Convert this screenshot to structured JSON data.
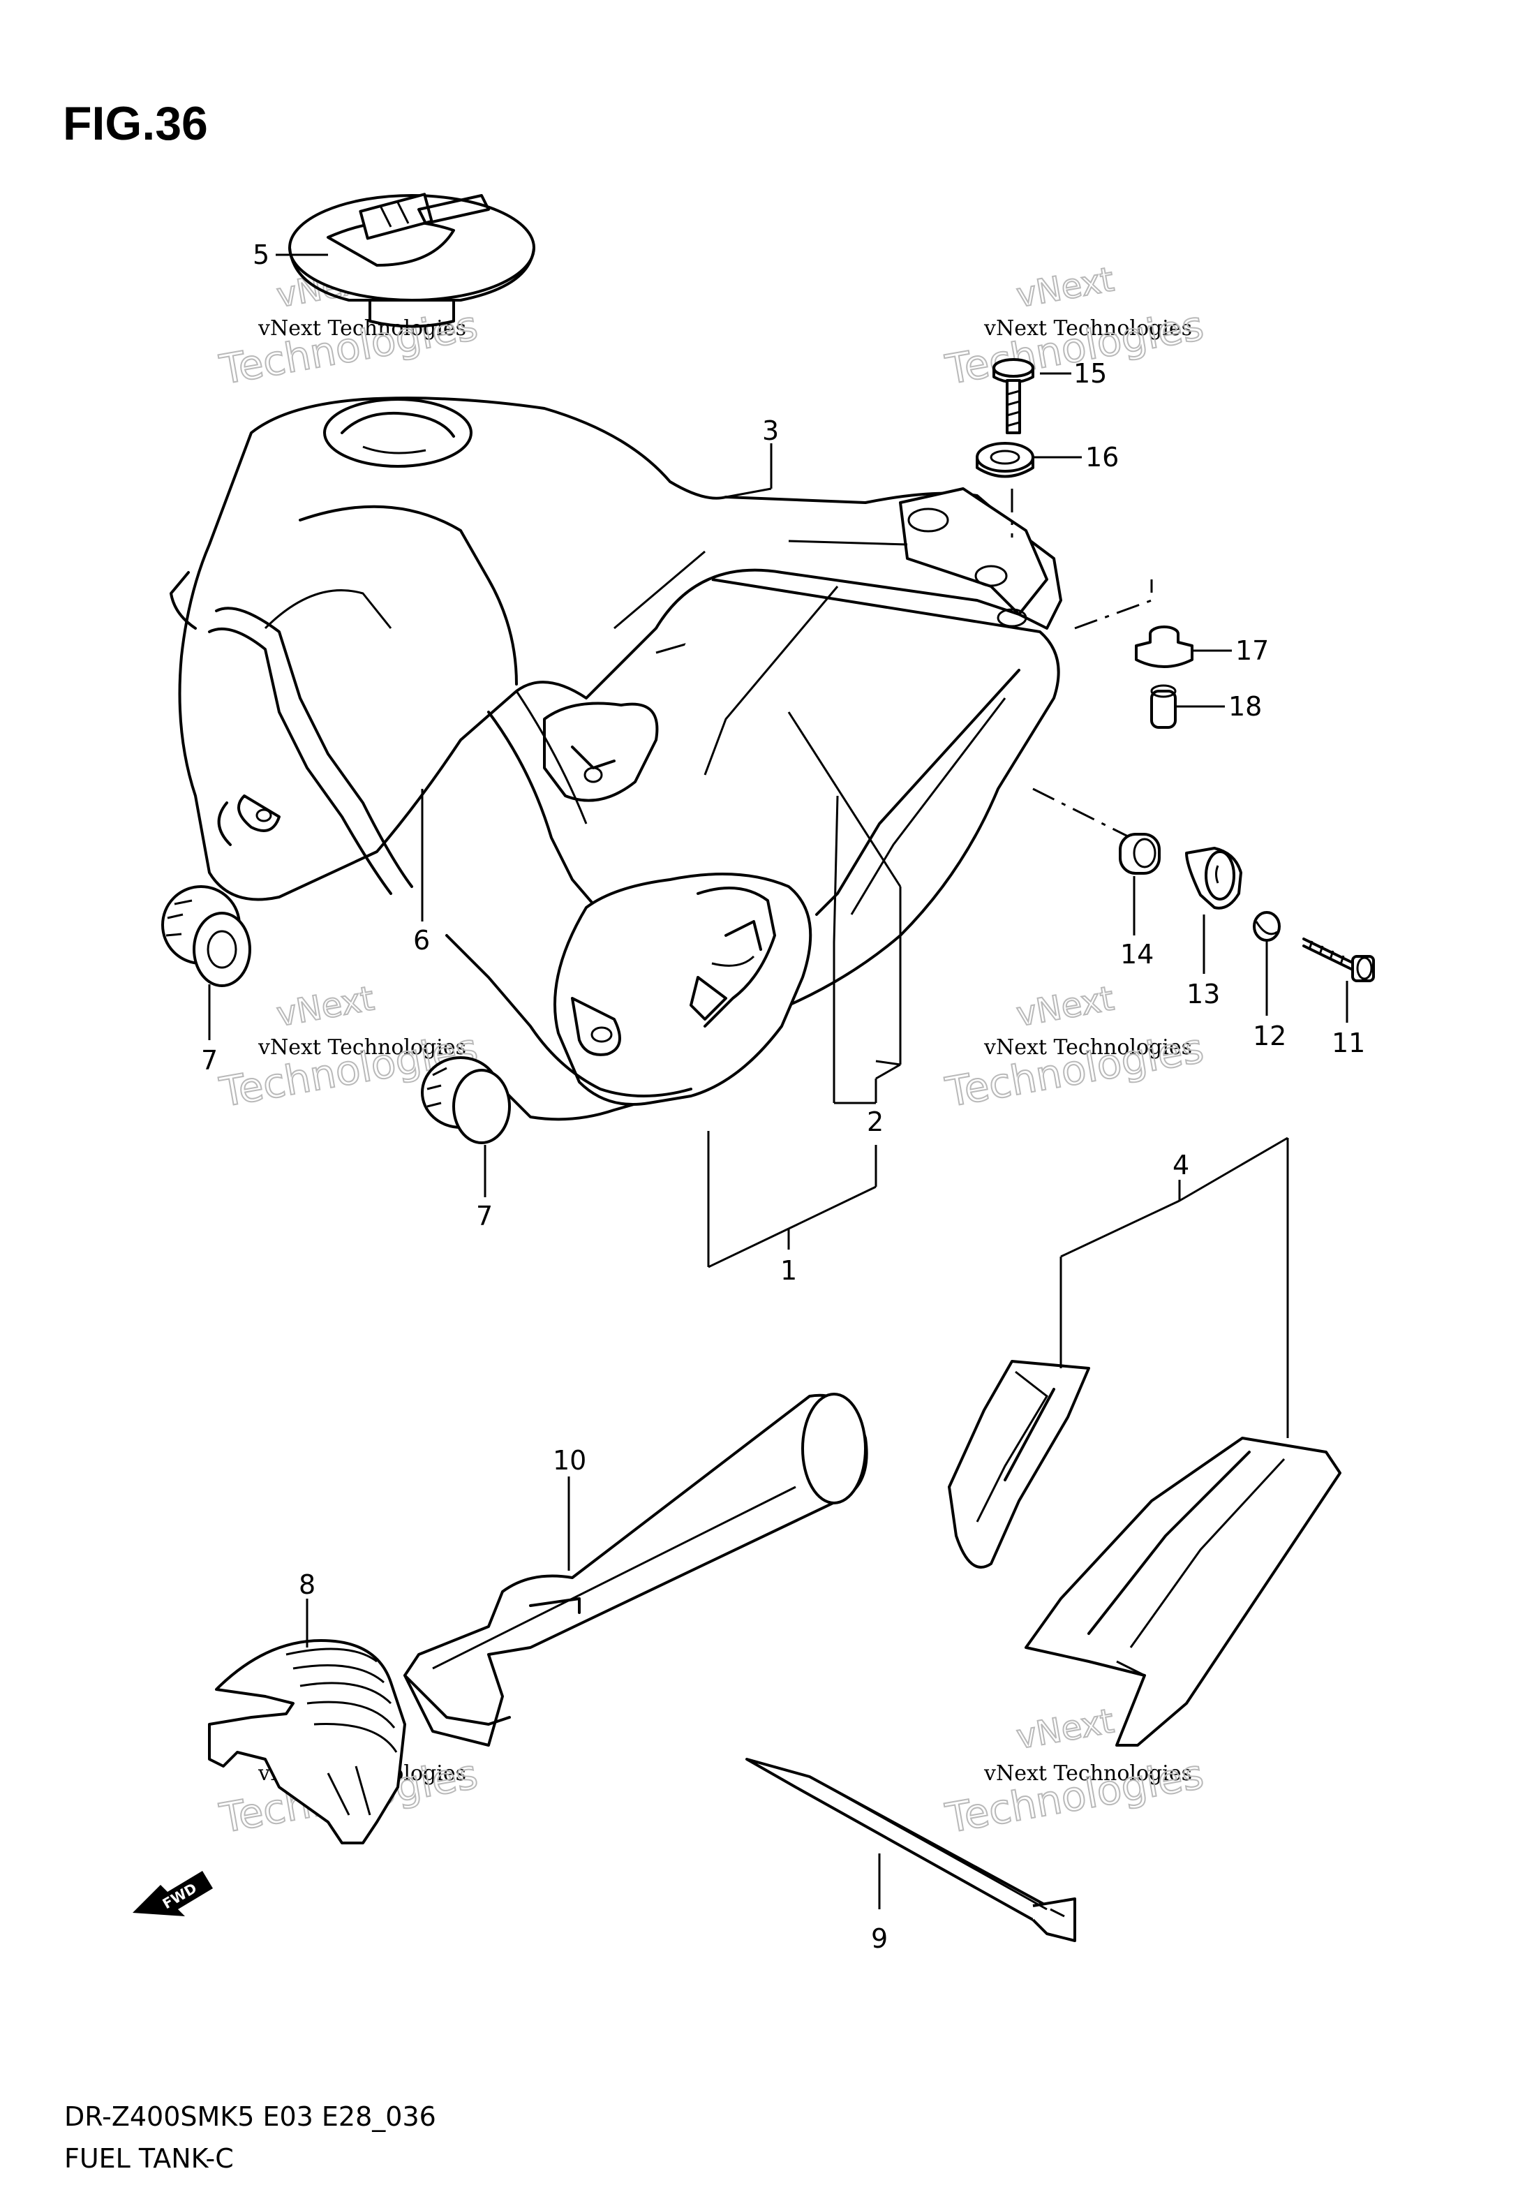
{
  "figure_label": "FIG.36",
  "footer": {
    "model_code": "DR-Z400SMK5 E03 E28_036",
    "section_name": "FUEL TANK-C"
  },
  "fwd_marker": "FWD",
  "watermark": {
    "line1": "vNext Technologies",
    "line2": "Technologies",
    "line3": "vNext"
  },
  "parts": {
    "p1": "1",
    "p2": "2",
    "p3": "3",
    "p4": "4",
    "p5": "5",
    "p6": "6",
    "p7a": "7",
    "p7b": "7",
    "p8": "8",
    "p9": "9",
    "p10": "10",
    "p11": "11",
    "p12": "12",
    "p13": "13",
    "p14": "14",
    "p15": "15",
    "p16": "16",
    "p17": "17",
    "p18": "18"
  }
}
